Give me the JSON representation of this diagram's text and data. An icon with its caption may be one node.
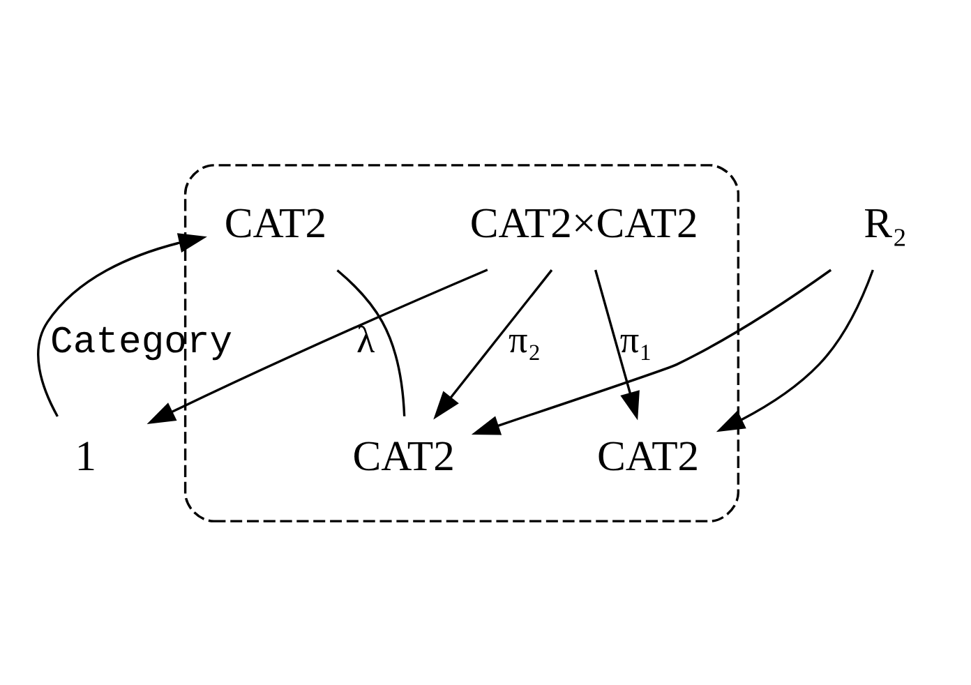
{
  "diagram": {
    "nodes": [
      {
        "text": [],
        "shape": "ellipse"
      },
      {
        "text": [
          "R₂"
        ]
      },
      {
        "text": [
          "CAT2"
        ],
        "in": 0
      },
      {
        "text": [
          "CAT2"
        ],
        "in": 0
      },
      {
        "text": [
          "CAT2"
        ],
        "in": 0
      },
      {
        "text": [
          "CAT2×CAT2"
        ],
        "in": 0
      },
      {
        "text": [
          "1"
        ]
      }
    ],
    "edges": [
      {
        "from": 1,
        "to": 2,
        "arrow": "to"
      },
      {
        "from": 1,
        "to": 3,
        "arrow": "to"
      },
      {
        "from": 4,
        "to": 2,
        "arrow": "none"
      },
      {
        "from": 5,
        "to": 2,
        "arrow": "to",
        "label": "π₂"
      },
      {
        "from": 5,
        "to": 3,
        "arrow": "to",
        "label": "π₁"
      },
      {
        "from": 6,
        "to": 4,
        "arrow": "to",
        "label": "Category"
      },
      {
        "from": 5,
        "to": 6,
        "arrow": "to",
        "label": "λ"
      }
    ]
  }
}
